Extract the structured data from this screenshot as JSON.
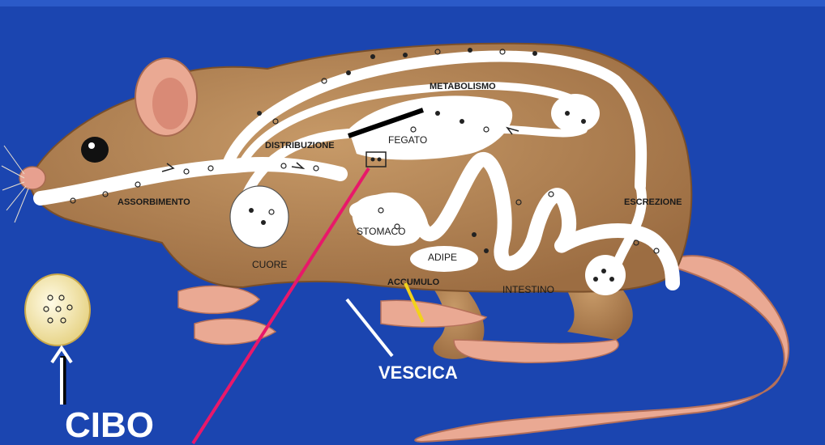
{
  "labels": {
    "assorbimento": "ASSORBIMENTO",
    "distribuzione": "DISTRIBUZIONE",
    "metabolismo": "METABOLISMO",
    "fegato": "FEGATO",
    "stomaco": "STOMACO",
    "cuore": "CUORE",
    "adipe": "ADIPE",
    "accumulo": "ACCUMULO",
    "intestino": "INTESTINO",
    "escrezione": "ESCREZIONE",
    "vescica": "VESCICA",
    "cibo": "CIBO"
  },
  "colors": {
    "background": "#1b45b0",
    "rat_body": "#b98a5a",
    "rat_pink": "#e9a98e",
    "pathway": "#ffffff",
    "pointer_pink": "#e8186a",
    "pointer_yellow": "#f2d21b"
  }
}
